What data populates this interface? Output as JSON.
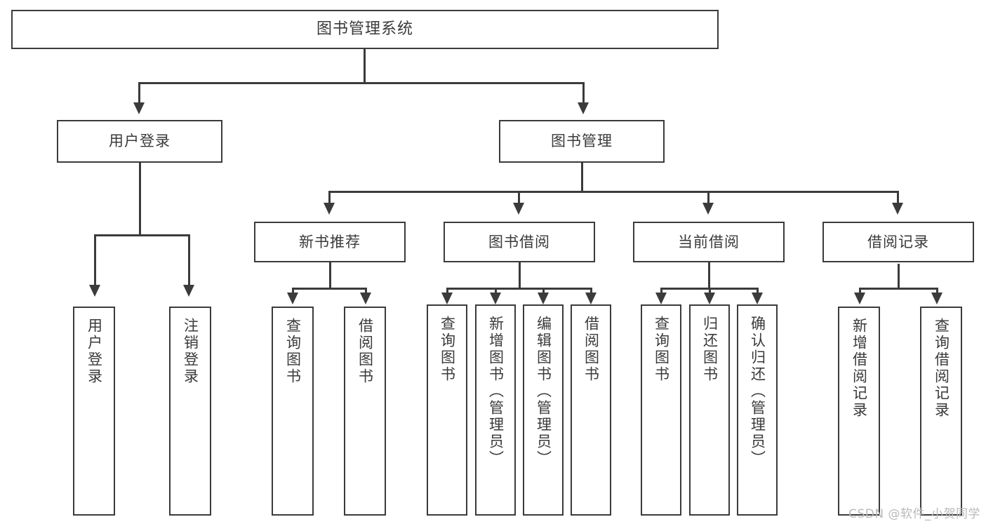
{
  "diagram": {
    "type": "tree",
    "title": "图书管理系统",
    "watermark": "CSDN @软件_小贺同学",
    "colors": {
      "stroke": "#3b3b3b",
      "fill": "#ffffff",
      "text": "#3a3a3a",
      "watermark": "#b9b9b9",
      "background": "#ffffff"
    },
    "root": {
      "label": "图书管理系统"
    },
    "level1": [
      {
        "label": "用户登录"
      },
      {
        "label": "图书管理"
      }
    ],
    "level2": [
      {
        "label": "新书推荐"
      },
      {
        "label": "图书借阅"
      },
      {
        "label": "当前借阅"
      },
      {
        "label": "借阅记录"
      }
    ],
    "leaves": {
      "user_login": [
        {
          "label": "用户登录"
        },
        {
          "label": "注销登录"
        }
      ],
      "new_book": [
        {
          "label": "查询图书"
        },
        {
          "label": "借阅图书"
        }
      ],
      "book_borrow": [
        {
          "label": "查询图书"
        },
        {
          "label": "新增图书（管理员）"
        },
        {
          "label": "编辑图书（管理员）"
        },
        {
          "label": "借阅图书"
        }
      ],
      "current_borrow": [
        {
          "label": "查询图书"
        },
        {
          "label": "归还图书"
        },
        {
          "label": "确认归还（管理员）"
        }
      ],
      "borrow_record": [
        {
          "label": "新增借阅记录"
        },
        {
          "label": "查询借阅记录"
        }
      ]
    }
  }
}
